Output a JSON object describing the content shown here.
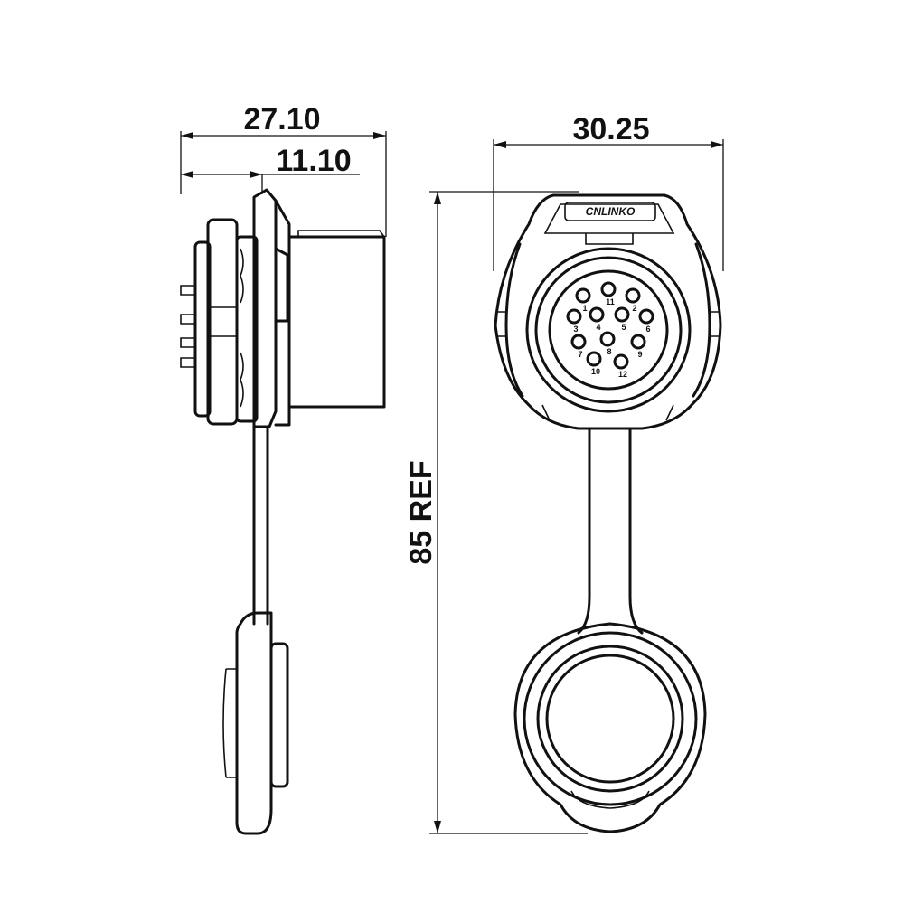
{
  "dimensions": {
    "overall_width_side": "27.10",
    "flange_offset_side": "11.10",
    "front_width": "30.25",
    "overall_length": "85 REF"
  },
  "logo": {
    "text": "CNLINKO"
  },
  "pins": [
    {
      "label": "11"
    },
    {
      "label": "1"
    },
    {
      "label": "2"
    },
    {
      "label": "3"
    },
    {
      "label": "4"
    },
    {
      "label": "5"
    },
    {
      "label": "6"
    },
    {
      "label": "7"
    },
    {
      "label": "8"
    },
    {
      "label": "9"
    },
    {
      "label": "10"
    },
    {
      "label": "12"
    }
  ]
}
